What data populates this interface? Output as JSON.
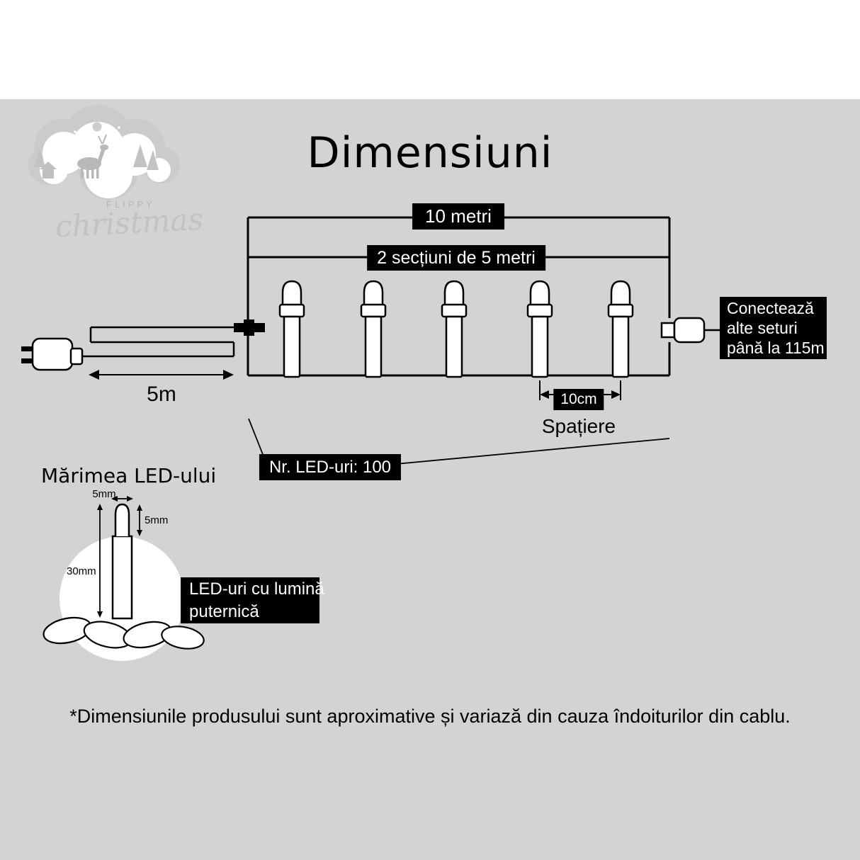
{
  "title": "Dimensiuni",
  "logo": {
    "brand": "FLIPPY",
    "script": "christmas"
  },
  "diagram": {
    "total_length_label": "10 metri",
    "sections_label": "2 secțiuni de 5 metri",
    "connect_lines": [
      "Conectează",
      "alte seturi",
      "până la 115m"
    ],
    "lead_length_label": "5m",
    "spacing_value": "10cm",
    "spacing_caption": "Spațiere",
    "led_count_label": "Nr. LED-uri: 100"
  },
  "led_size": {
    "heading": "Mărimea LED-ului",
    "width_label": "5mm",
    "dome_label": "5mm",
    "height_label": "30mm",
    "brightness_lines": [
      "LED-uri cu lumină",
      "puternică"
    ]
  },
  "footnote": "*Dimensiunile produsului sunt aproximative și variază din cauza îndoiturilor din cablu.",
  "colors": {
    "background_gray": "#d3d3d3",
    "top_band": "#ffffff",
    "label_bg": "#000000",
    "label_text": "#ffffff",
    "line": "#000000",
    "logo_gray": "#c6c6c6"
  }
}
